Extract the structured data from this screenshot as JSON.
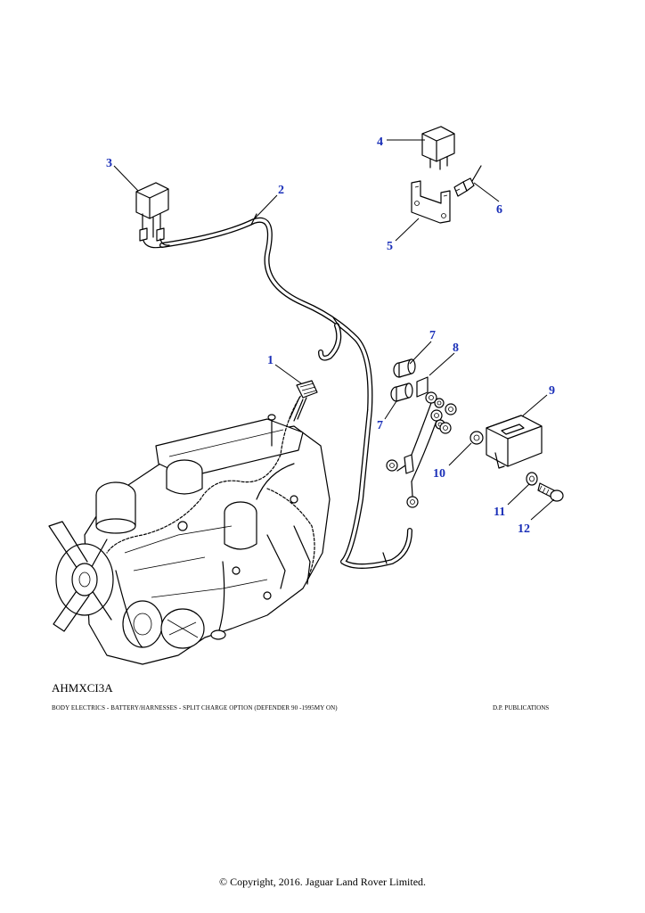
{
  "callouts": [
    {
      "id": "1",
      "label": "1"
    },
    {
      "id": "2",
      "label": "2"
    },
    {
      "id": "3",
      "label": "3"
    },
    {
      "id": "4",
      "label": "4"
    },
    {
      "id": "5",
      "label": "5"
    },
    {
      "id": "6",
      "label": "6"
    },
    {
      "id": "7a",
      "label": "7"
    },
    {
      "id": "7b",
      "label": "7"
    },
    {
      "id": "8",
      "label": "8"
    },
    {
      "id": "9",
      "label": "9"
    },
    {
      "id": "10",
      "label": "10"
    },
    {
      "id": "11",
      "label": "11"
    },
    {
      "id": "12",
      "label": "12"
    }
  ],
  "illustration_code": "AHMXCI3A",
  "footer": {
    "section_title": "BODY ELECTRICS - BATTERY/HARNESSES - SPLIT CHARGE OPTION (DEFENDER 90 -1995MY ON)",
    "publisher": "D.P. PUBLICATIONS"
  },
  "copyright": "© Copyright, 2016. Jaguar Land Rover Limited.",
  "colors": {
    "callout": "#1a2fb8",
    "line": "#000000",
    "background": "#ffffff"
  }
}
